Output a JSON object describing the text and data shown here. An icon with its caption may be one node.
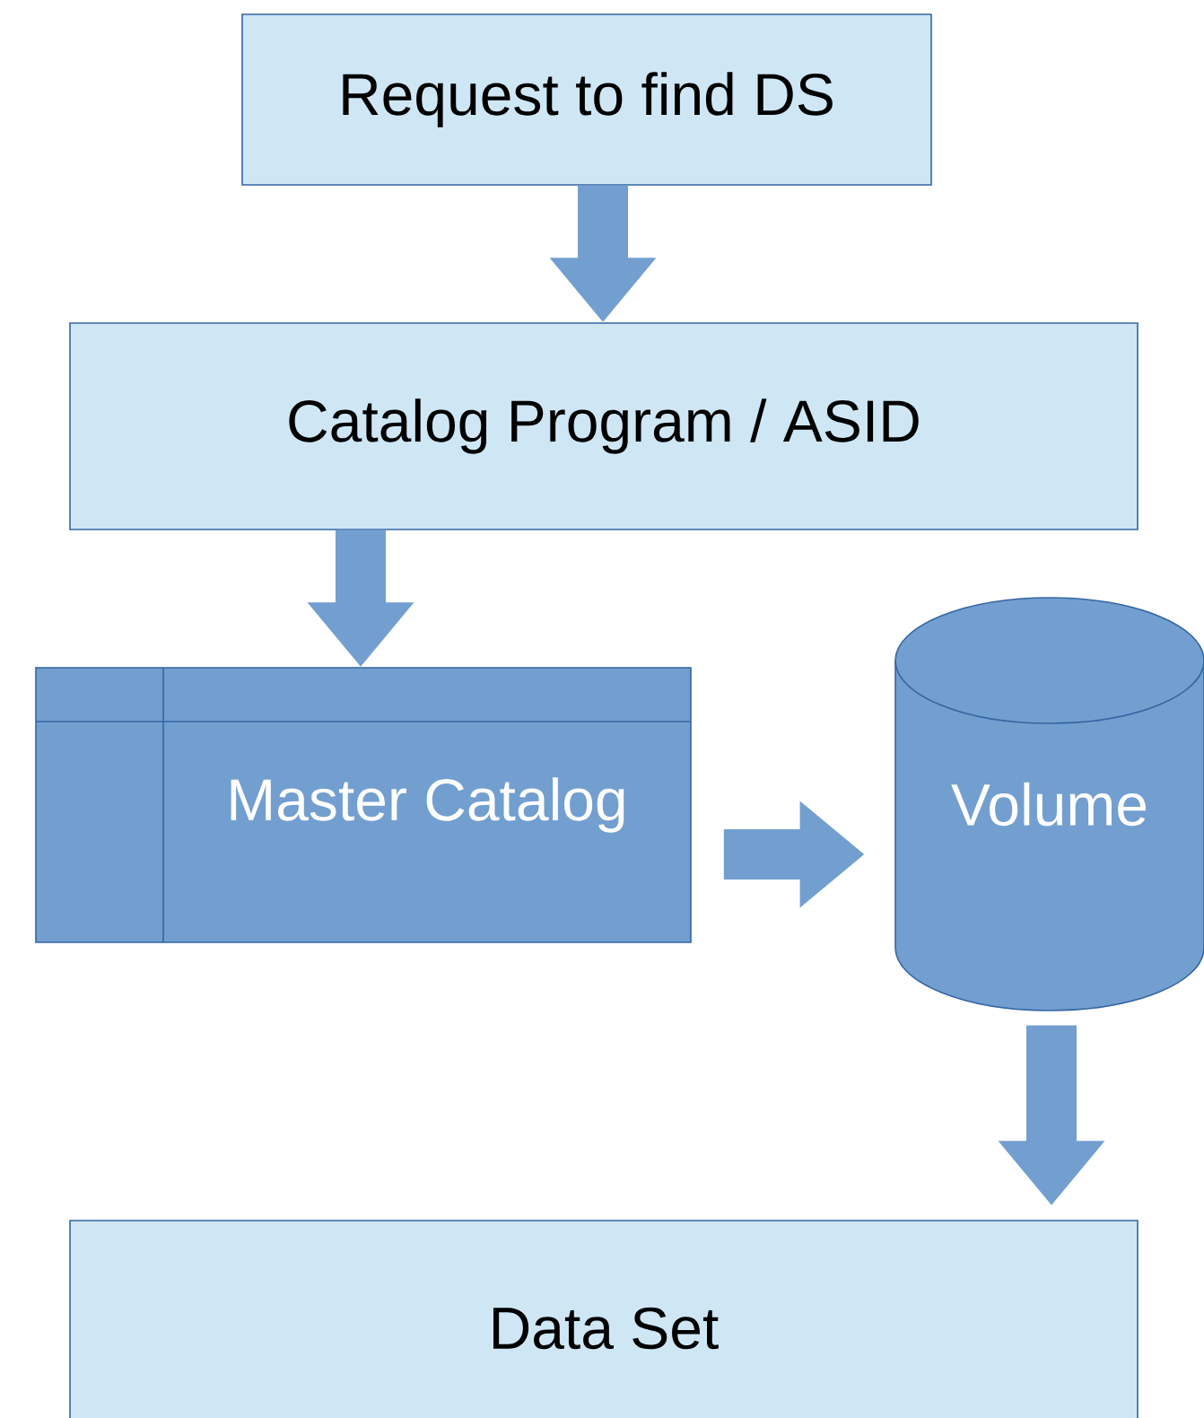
{
  "diagram": {
    "nodes": [
      {
        "text": [
          "Request to find DS"
        ]
      },
      {
        "text": [
          "Catalog Program / ASID"
        ]
      },
      {
        "text": [
          "Master Catalog"
        ]
      },
      {
        "text": [
          "Volume"
        ]
      },
      {
        "text": [
          "Data Set"
        ]
      }
    ],
    "edges": [
      {
        "from": 0,
        "to": 1,
        "arrow": "to"
      },
      {
        "from": 1,
        "to": 2,
        "arrow": "to"
      },
      {
        "from": 2,
        "to": 3,
        "arrow": "to"
      },
      {
        "from": 3,
        "to": 4,
        "arrow": "to"
      }
    ]
  }
}
